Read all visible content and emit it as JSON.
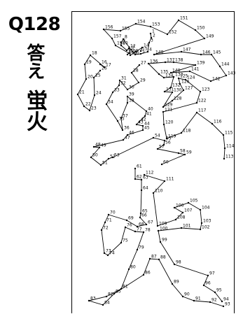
{
  "puzzle": {
    "id": "Q128"
  },
  "answer": {
    "label": "答え",
    "text": "蛍火"
  },
  "colors": {
    "ink": "#000000",
    "paper": "#ffffff"
  },
  "dots": {
    "strokes": [
      [
        1,
        2,
        3,
        4,
        5,
        6,
        7,
        8,
        9,
        10,
        11,
        12,
        13,
        14,
        15
      ],
      [
        16,
        17,
        18,
        19,
        20,
        21,
        22,
        23,
        24,
        25,
        26
      ],
      [
        27,
        28,
        29,
        30,
        31,
        32,
        33,
        34,
        35,
        36,
        37,
        38,
        39,
        40,
        41,
        42,
        43,
        44,
        45,
        46,
        47,
        48,
        49,
        50,
        51,
        52,
        53,
        54,
        55,
        56,
        57,
        58,
        59,
        60
      ],
      [
        61,
        62,
        63,
        64,
        65,
        66,
        67,
        68,
        69,
        70,
        71,
        72,
        73,
        74,
        75,
        76,
        77,
        78,
        79,
        80,
        81,
        82,
        83,
        84,
        85,
        86,
        87,
        88,
        89,
        90,
        91,
        92,
        93
      ],
      [
        94,
        95,
        96,
        97,
        98,
        99,
        100,
        101,
        102,
        103,
        104,
        105,
        106,
        107,
        108,
        109,
        110,
        111,
        112
      ],
      [
        113,
        114,
        115,
        116,
        117,
        118,
        119,
        120,
        121,
        122,
        123,
        124,
        125,
        126,
        127,
        128,
        129,
        130,
        131,
        132,
        133,
        134,
        135,
        136,
        137,
        138,
        139,
        140,
        141,
        142,
        143,
        144,
        145,
        146,
        147,
        148,
        149,
        150,
        151,
        152,
        153,
        154,
        155,
        156,
        157,
        158,
        159,
        160
      ]
    ]
  }
}
